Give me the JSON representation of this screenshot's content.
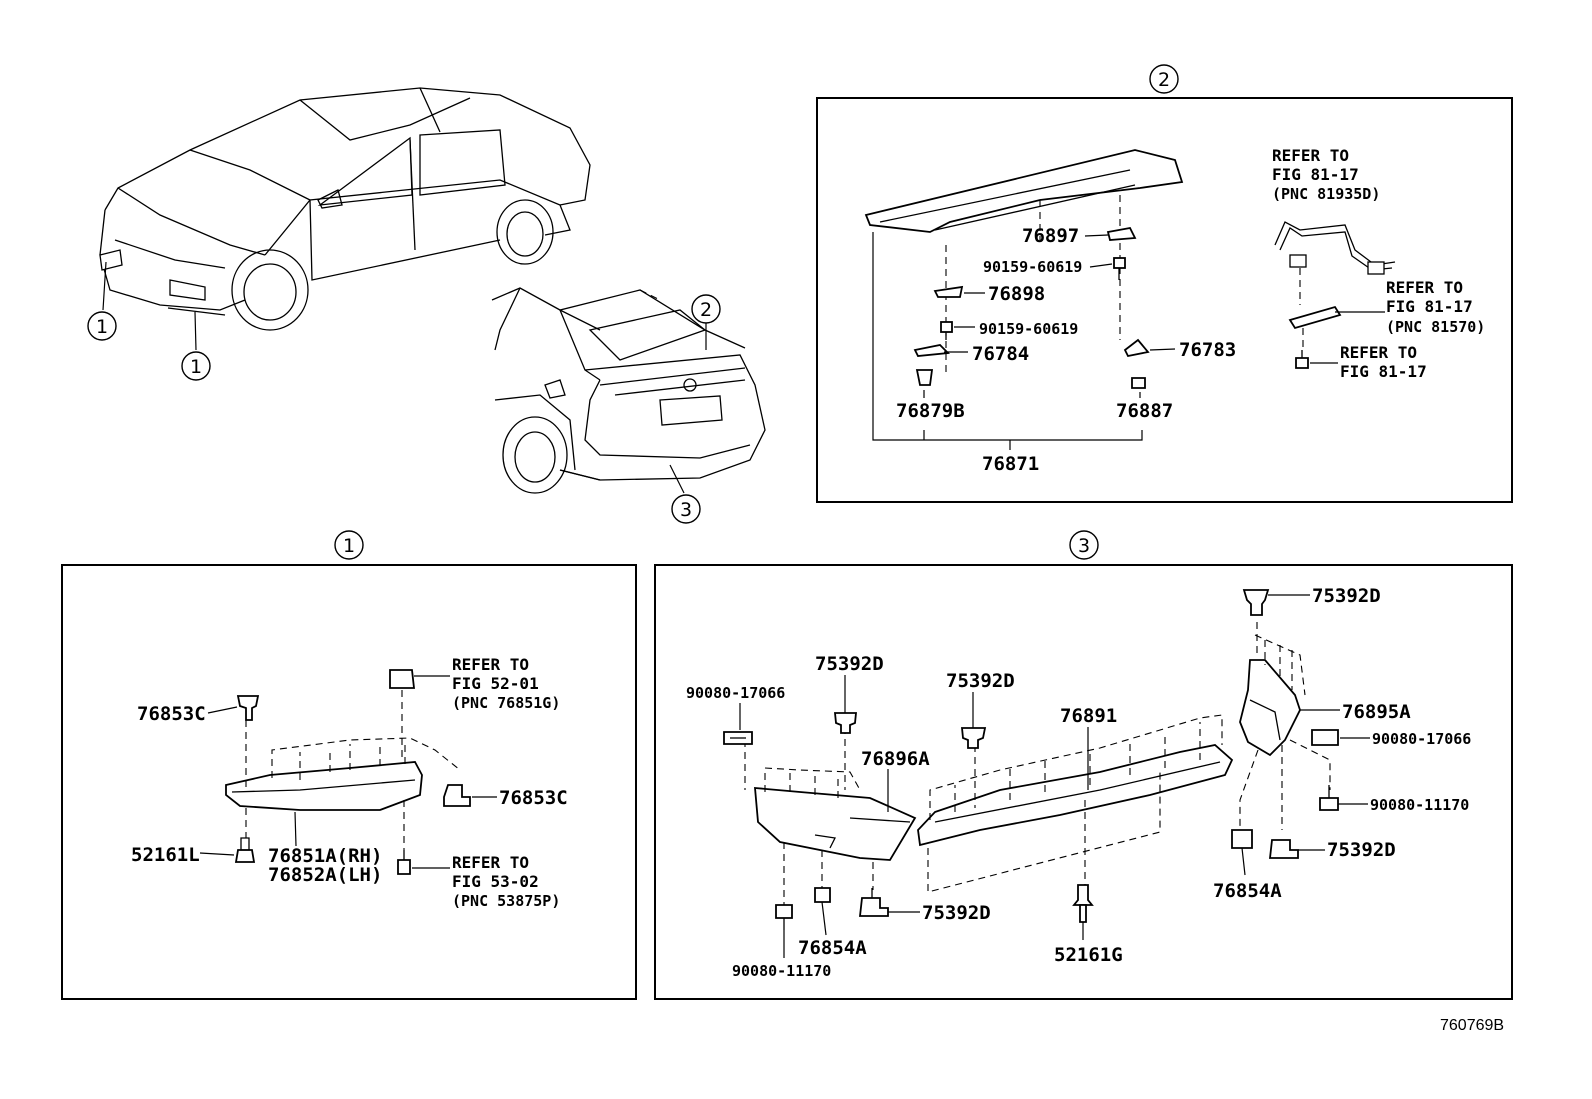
{
  "figure_id": "760769B",
  "markers": {
    "one": "1",
    "two": "2",
    "three": "3"
  },
  "refs": {
    "refer_to": "REFER TO",
    "fig_81_17": "FIG 81-17",
    "pnc_81935d": "(PNC 81935D)",
    "pnc_81570": "(PNC 81570)",
    "fig_52_01": "FIG 52-01",
    "pnc_76851g": "(PNC 76851G)",
    "fig_53_02": "FIG 53-02",
    "pnc_53875p": "(PNC 53875P)"
  },
  "parts_spoiler": {
    "p76897": "76897",
    "p90159a": "90159-60619",
    "p76898": "76898",
    "p90159b": "90159-60619",
    "p76784": "76784",
    "p76783": "76783",
    "p76879b": "76879B",
    "p76887": "76887",
    "p76871": "76871"
  },
  "parts_front": {
    "p76853c_a": "76853C",
    "p76853c_b": "76853C",
    "p52161l": "52161L",
    "p76851a": "76851A(RH)",
    "p76852a": "76852A(LH)"
  },
  "parts_rear": {
    "p90080_17066_a": "90080-17066",
    "p75392d_a": "75392D",
    "p75392d_b": "75392D",
    "p76891": "76891",
    "p76896a": "76896A",
    "p75392d_top": "75392D",
    "p76895a": "76895A",
    "p90080_17066_b": "90080-17066",
    "p90080_11170_b": "90080-11170",
    "p75392d_c": "75392D",
    "p76854a_b": "76854A",
    "p75392d_d": "75392D",
    "p52161g": "52161G",
    "p76854a_a": "76854A",
    "p90080_11170_a": "90080-11170"
  }
}
